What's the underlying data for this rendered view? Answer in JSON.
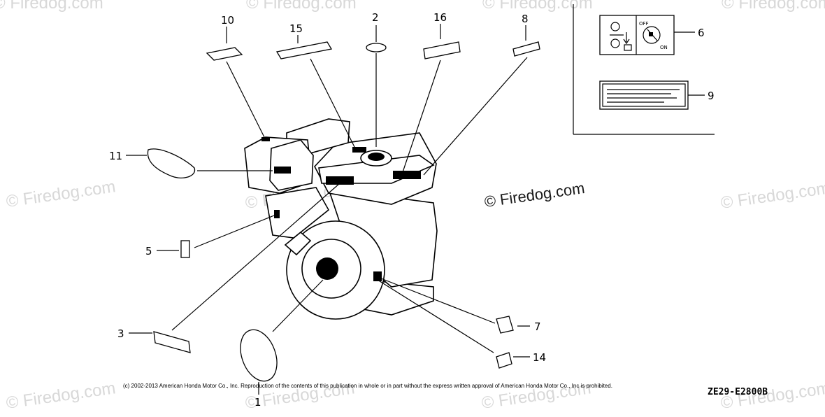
{
  "callouts": {
    "c1": "1",
    "c2": "2",
    "c3": "3",
    "c5": "5",
    "c6": "6",
    "c7": "7",
    "c8": "8",
    "c9": "9",
    "c10": "10",
    "c11": "11",
    "c14": "14",
    "c15": "15",
    "c16": "16"
  },
  "watermark": "© Firedog.com",
  "watermark_center": "© Firedog.com",
  "decal_text": {
    "off": "OFF",
    "on": "ON"
  },
  "copyright": "(c) 2002-2013 American Honda Motor Co., Inc. Reproduction of the contents of this publication in whole or in part without the express written approval of American Honda Motor Co., Inc is prohibited.",
  "diagram_code": "ZE29-E2800B"
}
